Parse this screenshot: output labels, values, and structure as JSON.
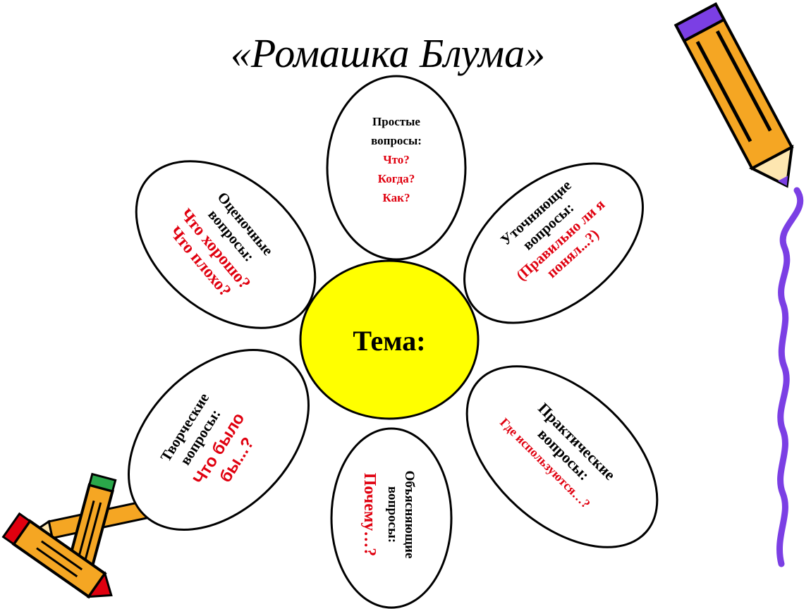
{
  "title": "«Ромашка Блума»",
  "center": {
    "label": "Тема:",
    "color": "#ffff00"
  },
  "petals": {
    "simple": {
      "heading1": "Простые",
      "heading2": "вопросы:",
      "q1": "Что?",
      "q2": "Когда?",
      "q3": "Как?"
    },
    "clarifying": {
      "heading1": "Уточняющие",
      "heading2": "вопросы:",
      "q1": "(Правильно ли я",
      "q2": "понял...?)"
    },
    "practical": {
      "heading1": "Практические",
      "heading2": "вопросы:",
      "q1": "Где  используются…?"
    },
    "explanatory": {
      "heading1": "Объясняющие",
      "heading2": "вопросы:",
      "q1": "Почему…?"
    },
    "creative": {
      "heading1": "Творческие",
      "heading2": "вопросы:",
      "q1": "Что было",
      "q2": "бы...?"
    },
    "evaluative": {
      "heading1": "Оценочные",
      "heading2": "вопросы:",
      "q1": "Что хорошо?",
      "q2": "Что плохо?"
    }
  },
  "colors": {
    "question": "#e0000f",
    "accent_line": "#7b3fe4",
    "pencil": "#f5a623"
  }
}
